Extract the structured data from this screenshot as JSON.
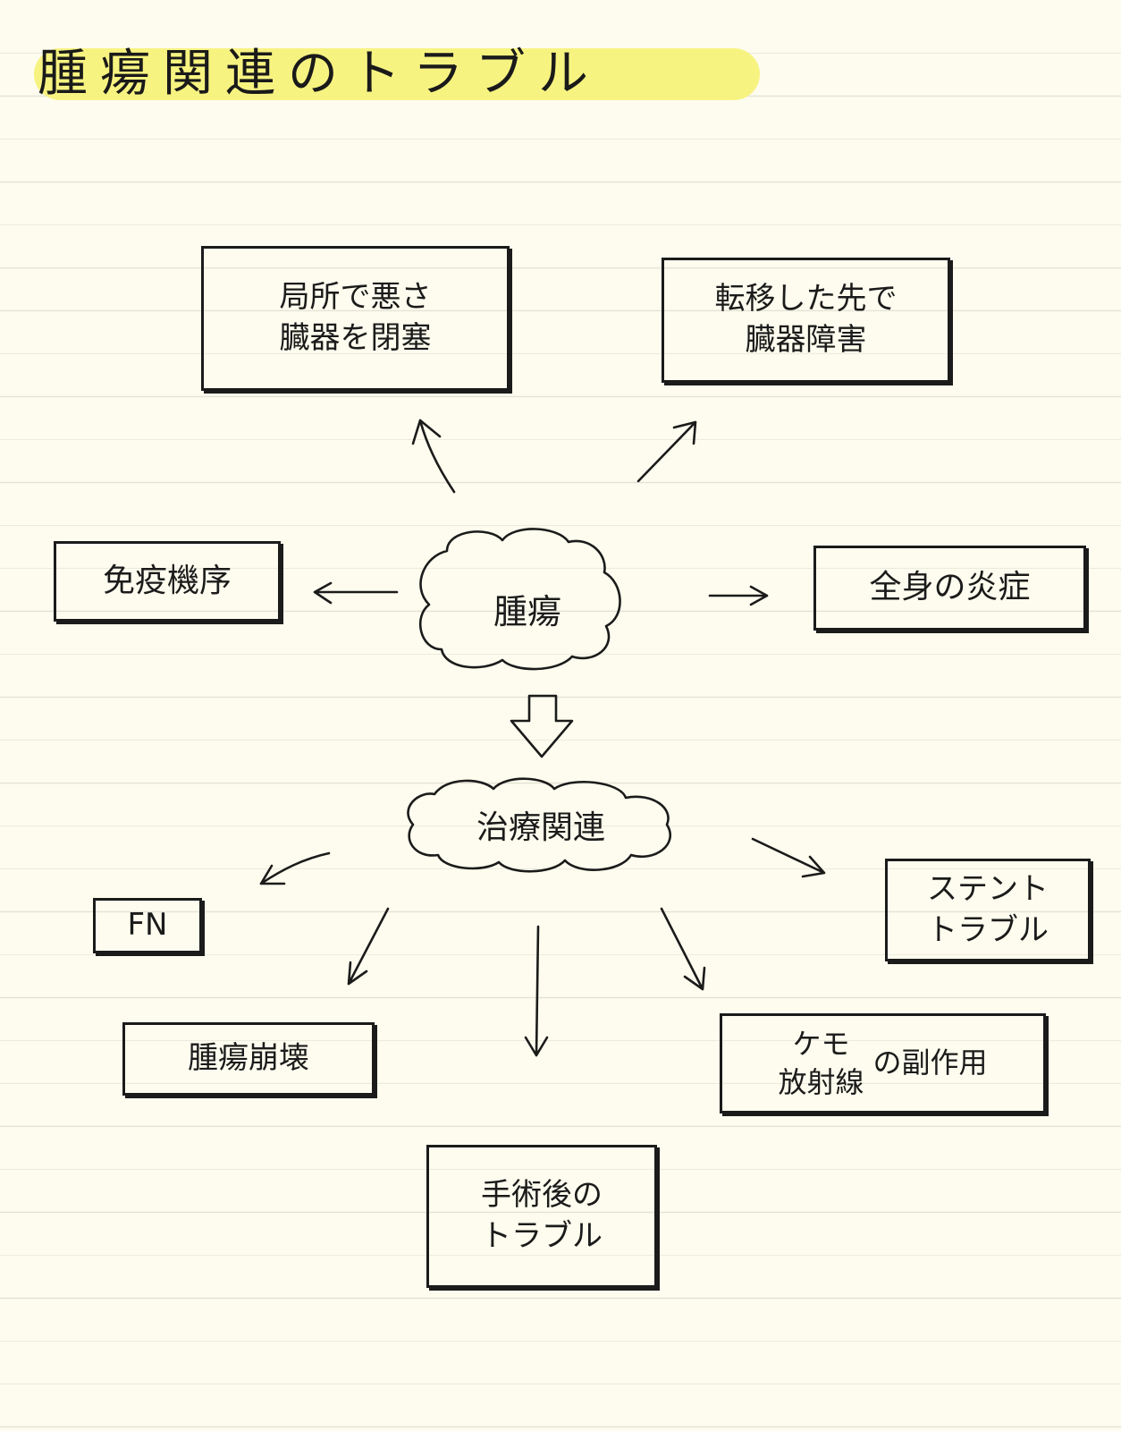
{
  "title": "腫瘍関連のトラブル",
  "center_node": "腫瘍",
  "tumor_effects": {
    "local": [
      "局所で悪さ",
      "臓器を閉塞"
    ],
    "metastasis": [
      "転移した先で",
      "臓器障害"
    ],
    "immune": "免疫機序",
    "inflammation": "全身の炎症"
  },
  "treatment_node": "治療関連",
  "treatment_effects": {
    "fn": "FN",
    "stent": [
      "ステント",
      "トラブル"
    ],
    "tumor_lysis": "腫瘍崩壊",
    "chemo_radiation": {
      "line1": "ケモ",
      "line2": "放射線",
      "suffix": "の副作用"
    },
    "post_surgery": [
      "手術後の",
      "トラブル"
    ]
  }
}
